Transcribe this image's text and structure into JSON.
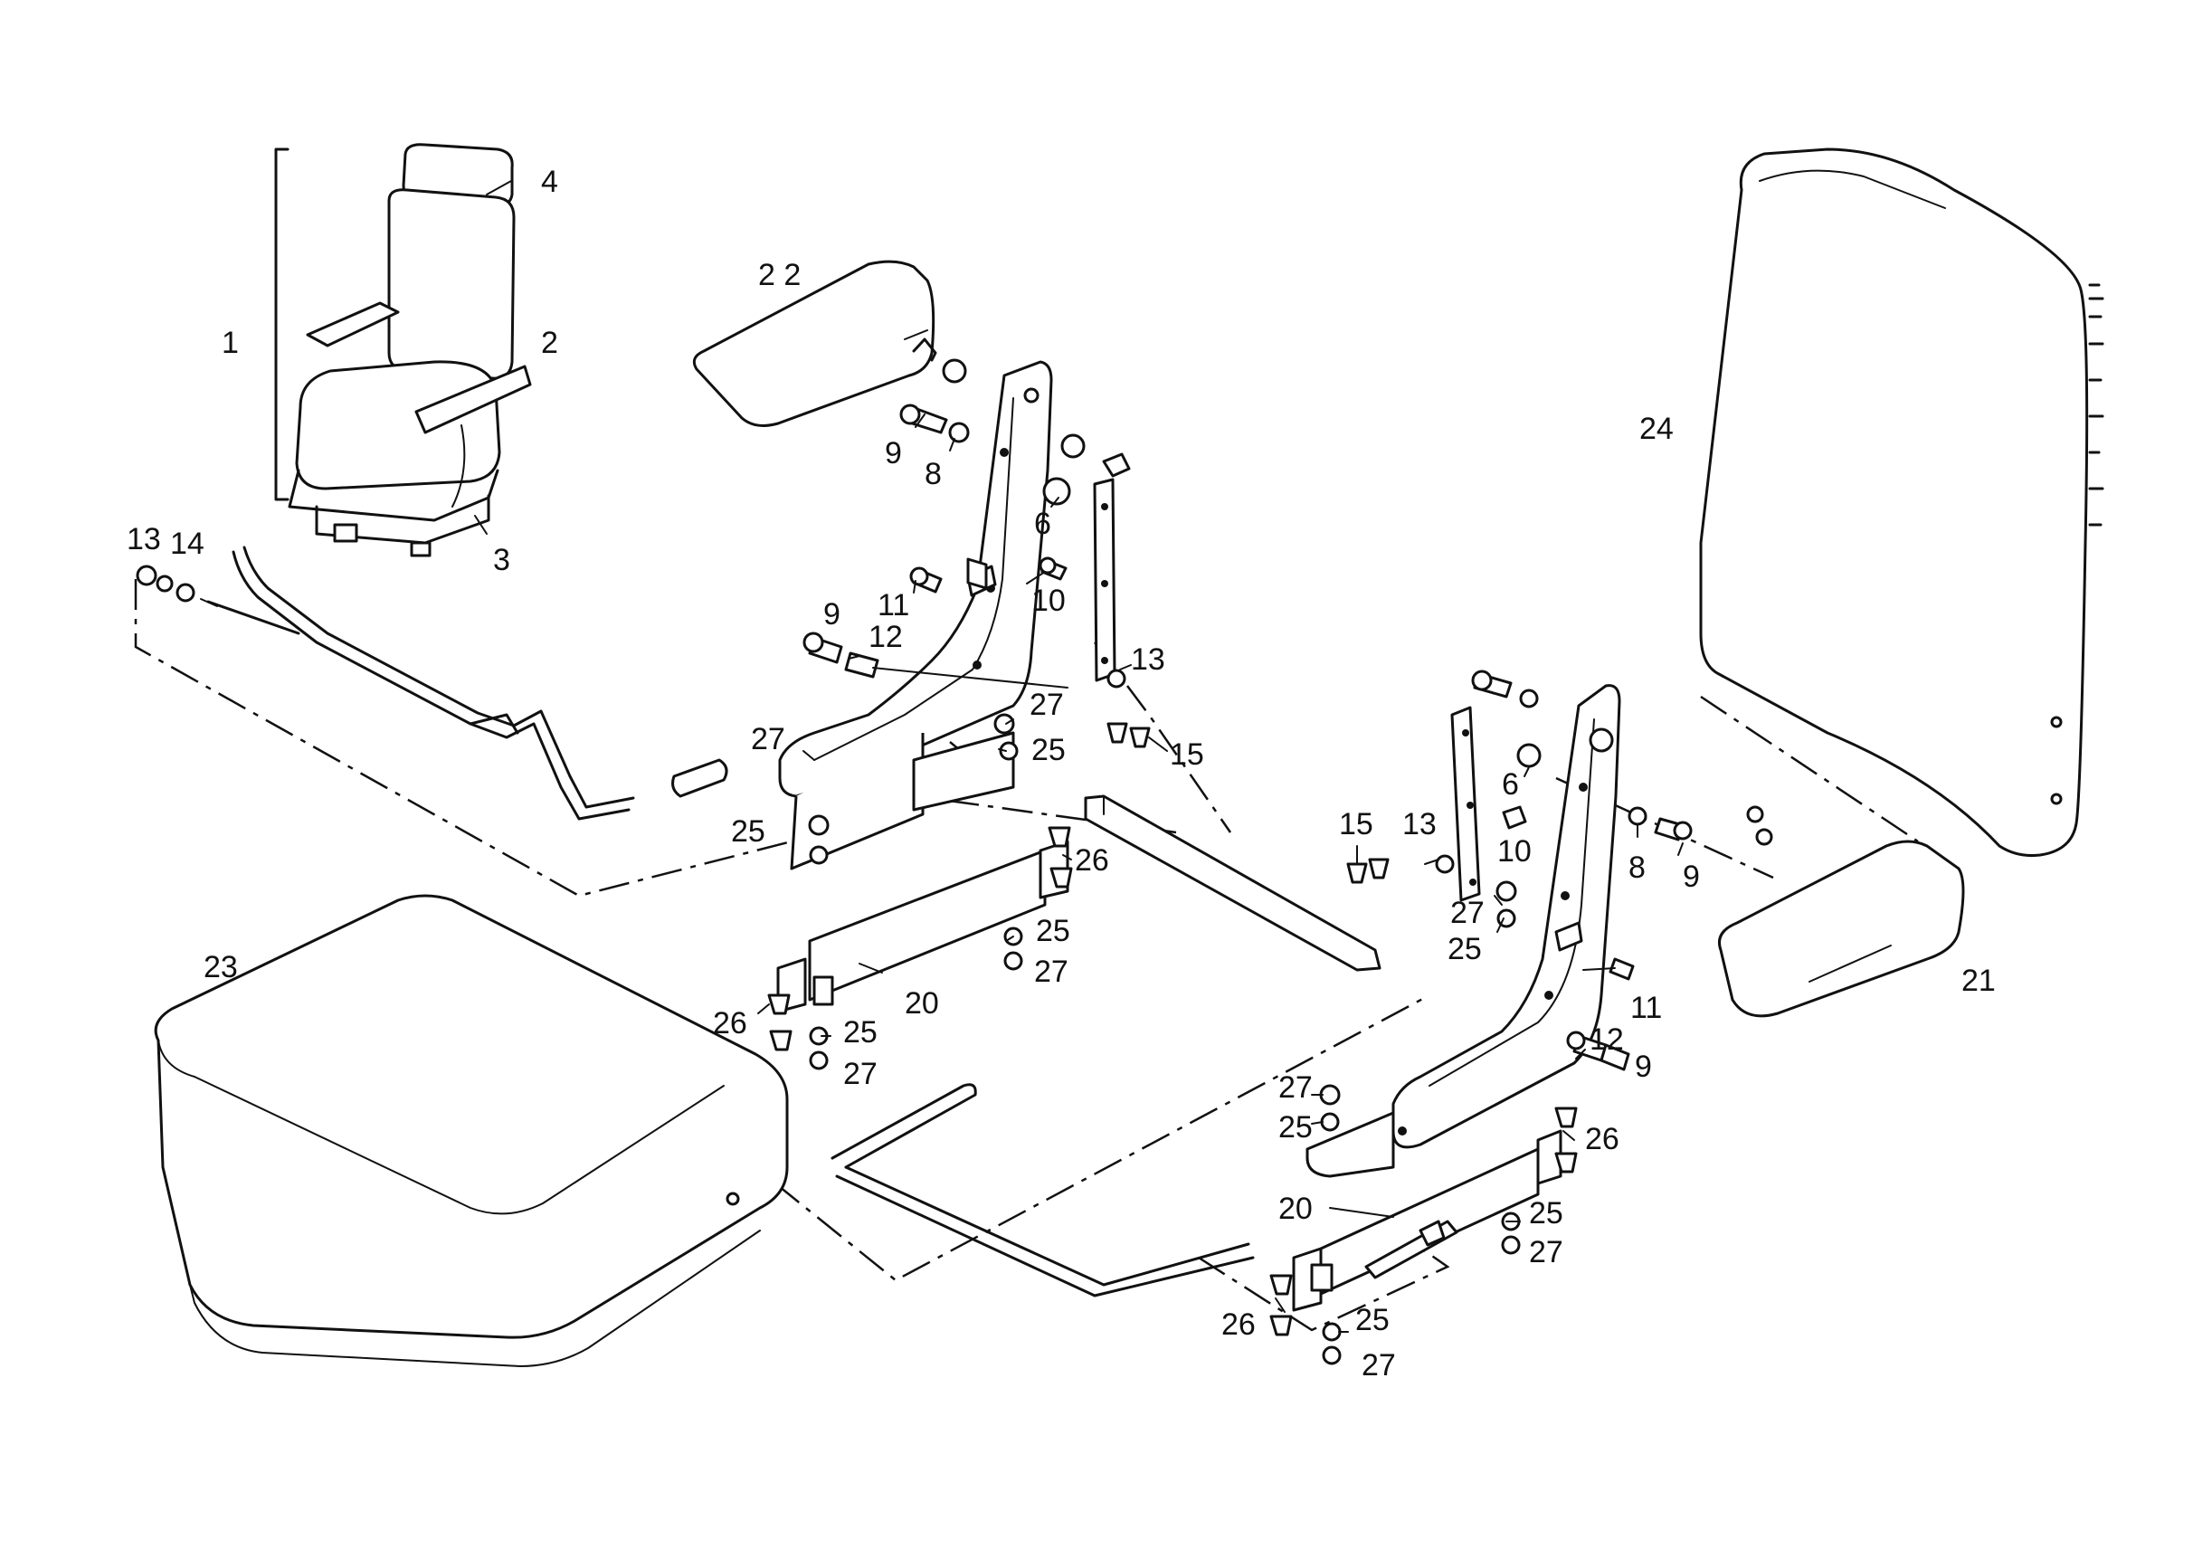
{
  "callouts": [
    {
      "id": "c1",
      "text": "1"
    },
    {
      "id": "c2",
      "text": "2"
    },
    {
      "id": "c3",
      "text": "3"
    },
    {
      "id": "c4",
      "text": "4"
    },
    {
      "id": "c13a",
      "text": "13"
    },
    {
      "id": "c14",
      "text": "14"
    },
    {
      "id": "c22",
      "text": "2 2"
    },
    {
      "id": "c9a",
      "text": "9"
    },
    {
      "id": "c8a",
      "text": "8"
    },
    {
      "id": "c6a",
      "text": "6"
    },
    {
      "id": "c11a",
      "text": "11"
    },
    {
      "id": "c10a",
      "text": "10"
    },
    {
      "id": "c9b",
      "text": "9"
    },
    {
      "id": "c12a",
      "text": "12"
    },
    {
      "id": "c13b",
      "text": "13"
    },
    {
      "id": "c27a",
      "text": "27"
    },
    {
      "id": "c25a",
      "text": "25"
    },
    {
      "id": "c27b",
      "text": "27"
    },
    {
      "id": "c25b",
      "text": "25"
    },
    {
      "id": "c15a",
      "text": "15"
    },
    {
      "id": "c26a",
      "text": "26"
    },
    {
      "id": "c25c",
      "text": "25"
    },
    {
      "id": "c27c",
      "text": "27"
    },
    {
      "id": "c20a",
      "text": "20"
    },
    {
      "id": "c26b",
      "text": "26"
    },
    {
      "id": "c25d",
      "text": "25"
    },
    {
      "id": "c27d",
      "text": "27"
    },
    {
      "id": "c23",
      "text": "23"
    },
    {
      "id": "c24",
      "text": "24"
    },
    {
      "id": "c15b",
      "text": "15"
    },
    {
      "id": "c13c",
      "text": "13"
    },
    {
      "id": "c6b",
      "text": "6"
    },
    {
      "id": "c10b",
      "text": "10"
    },
    {
      "id": "c8b",
      "text": "8"
    },
    {
      "id": "c9c",
      "text": "9"
    },
    {
      "id": "c27e",
      "text": "27"
    },
    {
      "id": "c25e",
      "text": "25"
    },
    {
      "id": "c11b",
      "text": "11"
    },
    {
      "id": "c21",
      "text": "21"
    },
    {
      "id": "c12b",
      "text": "12"
    },
    {
      "id": "c9d",
      "text": "9"
    },
    {
      "id": "c27f",
      "text": "27"
    },
    {
      "id": "c25f",
      "text": "25"
    },
    {
      "id": "c26c",
      "text": "26"
    },
    {
      "id": "c20b",
      "text": "20"
    },
    {
      "id": "c25g",
      "text": "25"
    },
    {
      "id": "c27g",
      "text": "27"
    },
    {
      "id": "c26d",
      "text": "26"
    },
    {
      "id": "c25h",
      "text": "25"
    },
    {
      "id": "c27h",
      "text": "27"
    }
  ]
}
